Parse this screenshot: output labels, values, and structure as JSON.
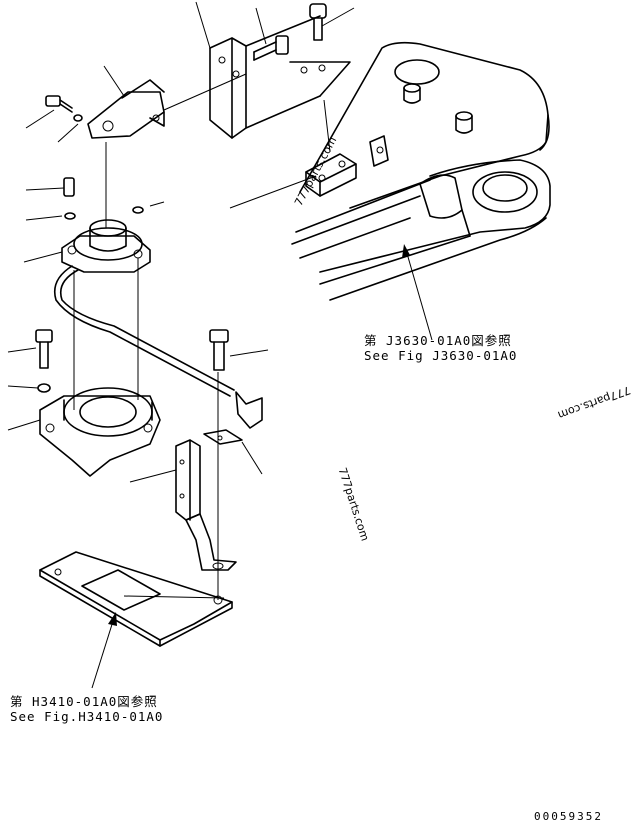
{
  "notes": {
    "ref_j3630": {
      "line1": "第 J3630-01A0図参照",
      "line2": "See Fig J3630-01A0"
    },
    "ref_h3410": {
      "line1": "第 H3410-01A0図参照",
      "line2": "See Fig.H3410-01A0"
    }
  },
  "watermarks": {
    "wm1": "777parts.com",
    "wm2": "777parts.com",
    "wm3": "777parts.com"
  },
  "drawing_code": "00059352"
}
